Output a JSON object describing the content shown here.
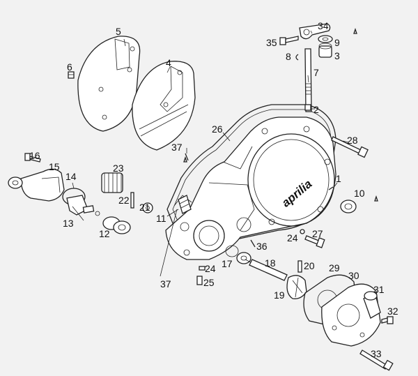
{
  "diagram": {
    "brand_text": "aprilia",
    "part_labels": [
      "1",
      "2",
      "3",
      "4",
      "5",
      "6",
      "7",
      "8",
      "9",
      "10",
      "11",
      "12",
      "13",
      "14",
      "15",
      "16",
      "17",
      "18",
      "19",
      "20",
      "21",
      "22",
      "23",
      "24",
      "24",
      "25",
      "26",
      "27",
      "28",
      "29",
      "30",
      "31",
      "32",
      "33",
      "34",
      "35",
      "36",
      "37",
      "37"
    ]
  }
}
